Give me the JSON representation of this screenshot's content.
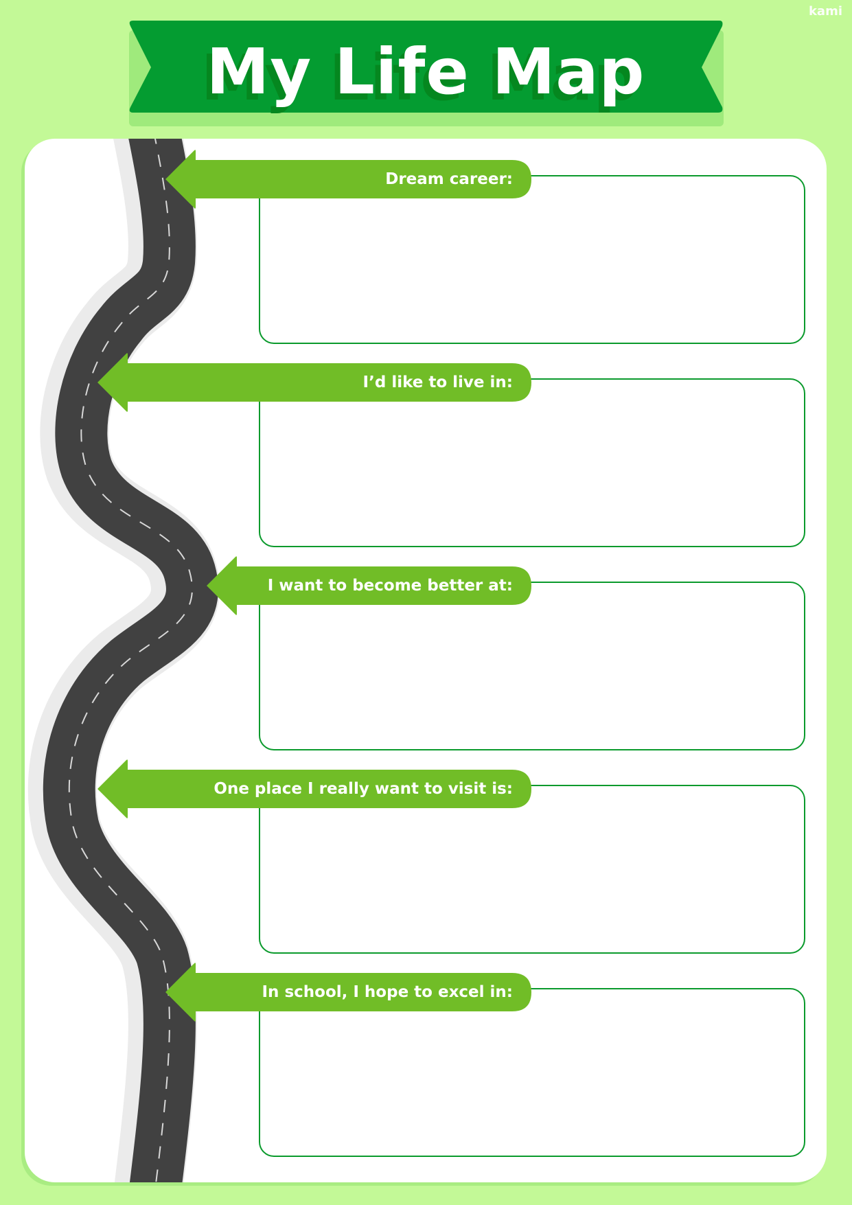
{
  "brand": "kami",
  "title": "My Life Map",
  "colors": {
    "page_bg": "#c3f997",
    "banner": "#049c31",
    "banner_shadow": "#9fea7c",
    "arrow": "#71bd27",
    "road": "#414141",
    "box_border": "#0a9a2c"
  },
  "prompts": [
    {
      "label": "Dream career:"
    },
    {
      "label": "I’d like to live in:"
    },
    {
      "label": "I want to become better at:"
    },
    {
      "label": "One place I really want to visit is:"
    },
    {
      "label": "In school, I hope to excel in:"
    }
  ]
}
